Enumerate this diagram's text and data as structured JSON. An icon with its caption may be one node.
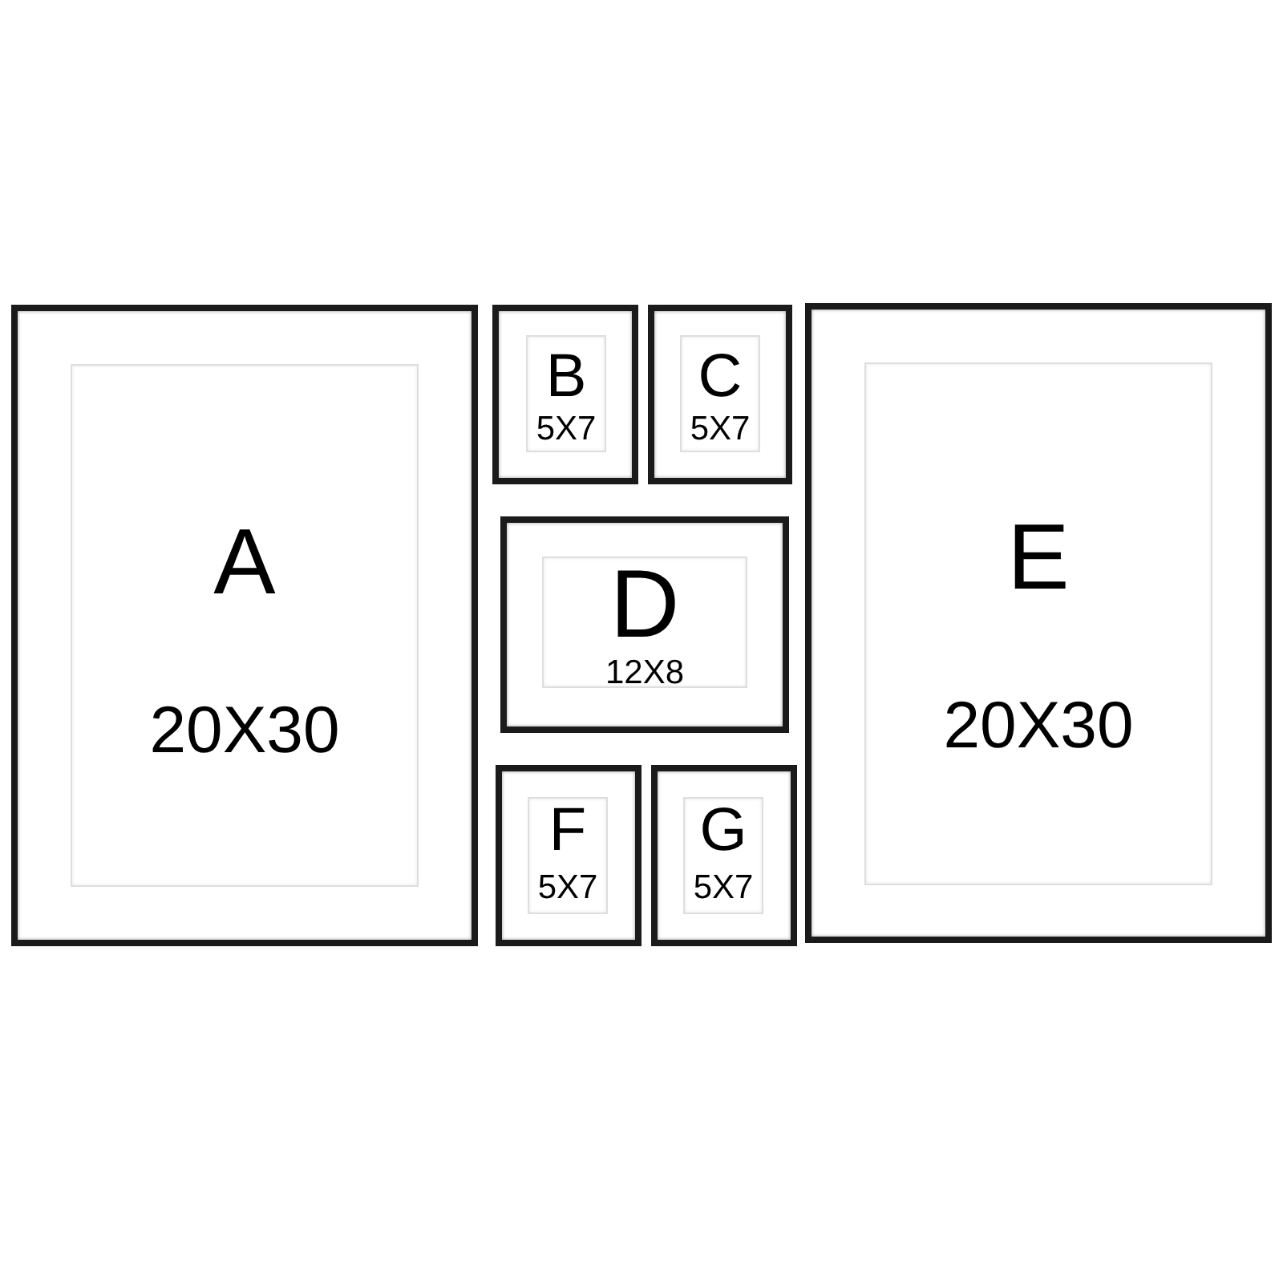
{
  "diagram": {
    "nodes": [
      {
        "text": [
          "A",
          "20X30"
        ]
      },
      {
        "text": [
          "B",
          "5X7"
        ]
      },
      {
        "text": [
          "C",
          "5X7"
        ]
      },
      {
        "text": [
          "D",
          "12X8"
        ]
      },
      {
        "text": [
          "E",
          "20X30"
        ]
      },
      {
        "text": [
          "F",
          "5X7"
        ]
      },
      {
        "text": [
          "G",
          "5X7"
        ]
      }
    ]
  }
}
